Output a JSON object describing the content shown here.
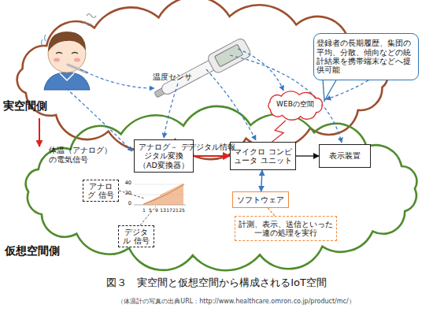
{
  "diagram": {
    "caption": "図３　実空間と仮想空間から構成されるIoT空間",
    "nodes": [
      {
        "text": [
          "実空間側"
        ]
      },
      {
        "text": [
          "登録者の長期履歴、集団の平均、分散、傾向などの統計結果を携帯端末などへ提供可能"
        ]
      },
      {
        "text": [
          "仮想空間側"
        ]
      },
      {
        "text": [
          "アナログ－ デジタル変換 （AD変換器）"
        ],
        "in": 2
      },
      {
        "text": [
          "マイクロ コンピュータ ユニット"
        ],
        "in": 2
      },
      {
        "text": [
          "表示装置"
        ],
        "in": 2
      },
      {
        "text": [
          "WEBの空間"
        ],
        "in": 2
      },
      {
        "text": [
          "ソフトウェア"
        ],
        "in": 2
      },
      {
        "text": [
          "計測、表示、送信といった 一連の処理を実行"
        ],
        "in": 2
      },
      {
        "text": [
          "アナログ 信号"
        ],
        "in": 2
      },
      {
        "text": [
          "デジタル 信号"
        ],
        "in": 2
      }
    ],
    "edges": [
      {
        "from": 3,
        "to": 4,
        "arrow": "to",
        "label": "デジタル情報"
      },
      {
        "from": 4,
        "to": 5,
        "arrow": "to"
      },
      {
        "from": 4,
        "to": 6,
        "arrow": "none"
      },
      {
        "from": 4,
        "to": 7,
        "arrow": "both"
      },
      {
        "from": 7,
        "to": 8,
        "arrow": "none"
      }
    ],
    "labels": [
      "温度センサ",
      "体温（アナログ） の電気信号",
      "40",
      "20",
      "0",
      "1",
      "5",
      "9",
      "13",
      "17",
      "21",
      "25",
      "（体温計の写真の出典URL：http://www.healthcare.omron.co.jp/product/mc/）"
    ]
  }
}
